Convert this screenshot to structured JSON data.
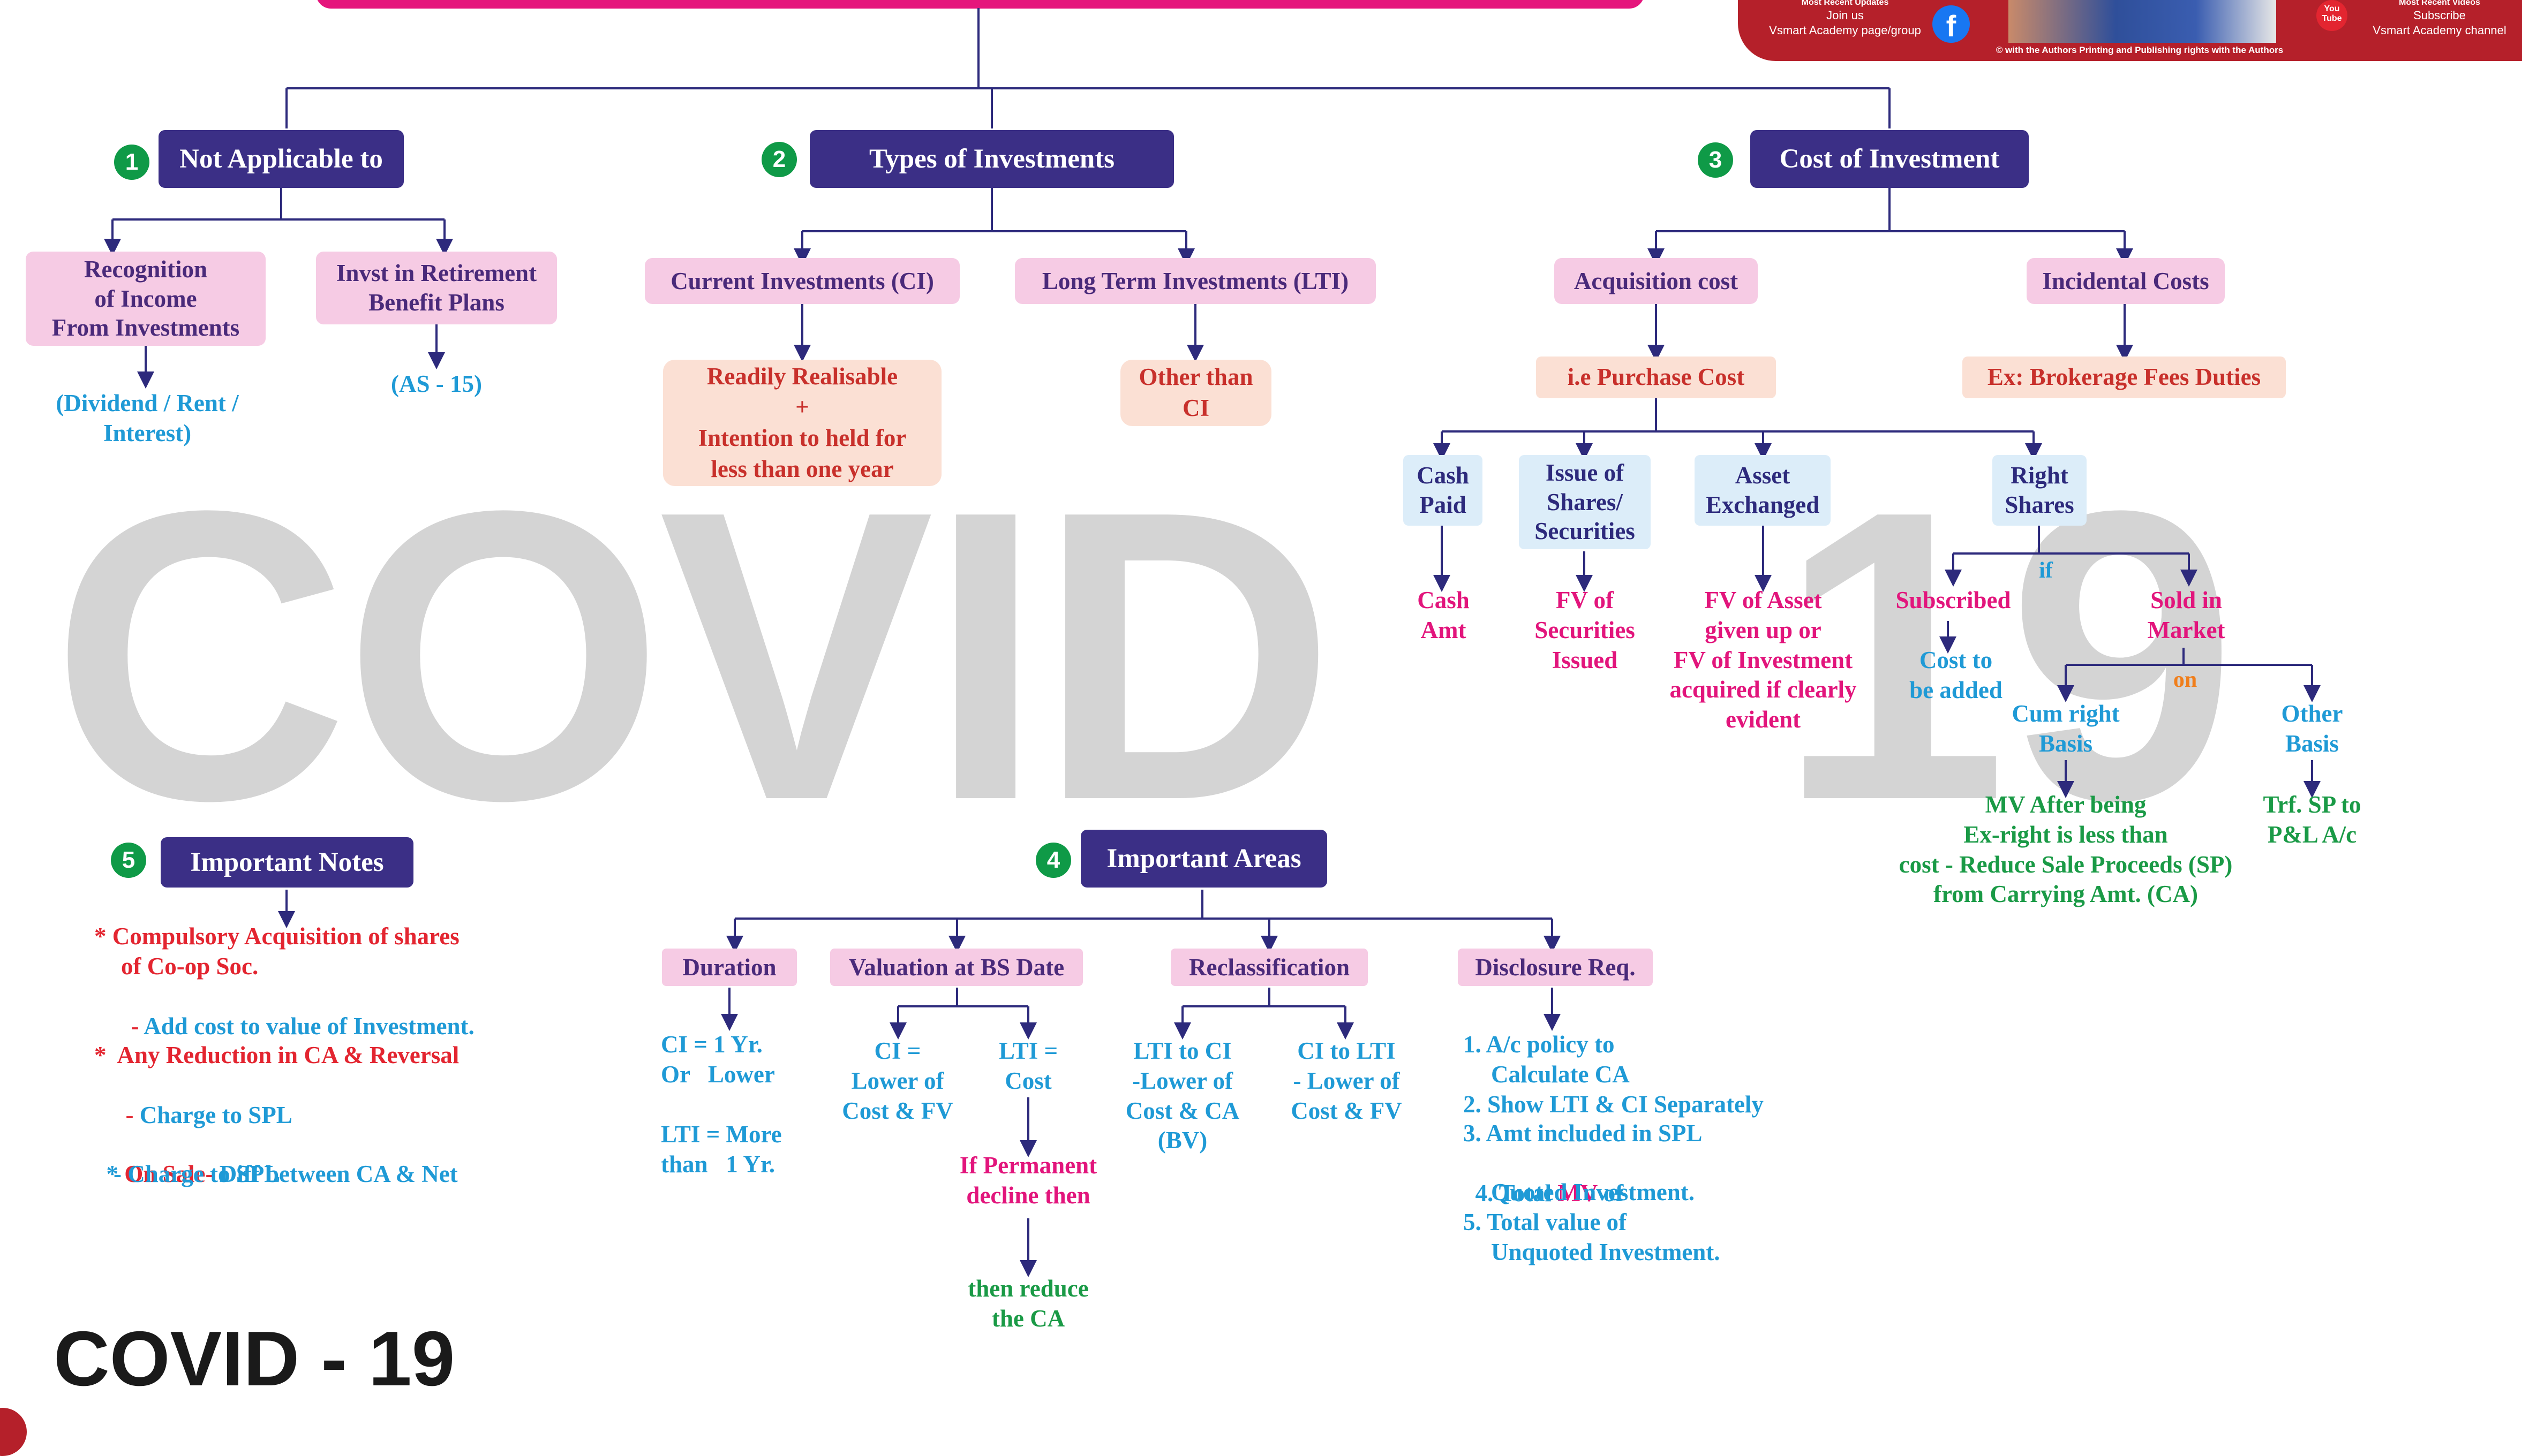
{
  "watermark": {
    "big_left": "COVID",
    "big_right": "19",
    "bottom": "COVID - 19"
  },
  "promo": {
    "col1_top": "Most Recent Updates",
    "col1_a": "Join us",
    "col1_b": "Vsmart Academy page/group",
    "col2_top": "Most Recent Videos",
    "col2_a": "Subscribe",
    "col2_b": "Vsmart Academy channel",
    "footer": "© with the Authors Printing and Publishing rights with the Authors",
    "yt_label": "You Tube"
  },
  "section1": {
    "num": "1",
    "title": "Not Applicable to",
    "box_a": "Recognition\nof Income\nFrom Investments",
    "note_a": "(Dividend / Rent /\nInterest)",
    "box_b": "Invst in Retirement\nBenefit Plans",
    "note_b": "(AS - 15)"
  },
  "section2": {
    "num": "2",
    "title": "Types of Investments",
    "ci": "Current Investments (CI)",
    "ci_note": "Readily Realisable\n+\nIntention to held for\nless than one year",
    "lti": "Long Term Investments (LTI)",
    "lti_note": "Other than\nCI"
  },
  "section3": {
    "num": "3",
    "title": "Cost of Investment",
    "acq": "Acquisition cost",
    "acq_note": "i.e Purchase Cost",
    "inc": "Incidental Costs",
    "inc_note": "Ex: Brokerage Fees Duties",
    "cash": "Cash\nPaid",
    "cash_note": "Cash\nAmt",
    "issue": "Issue of\nShares/\nSecurities",
    "issue_note": "FV of\nSecurities\nIssued",
    "asset": "Asset\nExchanged",
    "asset_note": "FV of Asset\ngiven up or\nFV of Investment\nacquired if clearly\nevident",
    "right": "Right\nShares",
    "if": "if",
    "subscribed": "Subscribed",
    "subscribed_note": "Cost to\nbe added",
    "sold": "Sold in\nMarket",
    "on": "on",
    "cum": "Cum right\nBasis",
    "cum_note": "MV After being\nEx-right is less than\ncost - Reduce Sale Proceeds (SP)\nfrom Carrying Amt. (CA)",
    "other": "Other\nBasis",
    "other_note": "Trf. SP to\nP&L A/c"
  },
  "section4": {
    "num": "4",
    "title": "Important Areas",
    "duration": "Duration",
    "duration_note_a": "CI = 1 Yr.\nOr   Lower",
    "duration_note_b": "LTI = More\nthan   1 Yr.",
    "valuation": "Valuation at BS Date",
    "val_ci": "CI =\nLower of\nCost & FV",
    "val_lti": "LTI =\nCost",
    "val_perm": "If Permanent\ndecline then",
    "val_reduce": "then reduce\nthe CA",
    "reclass": "Reclassification",
    "re_a": "LTI to CI\n-Lower of\nCost & CA\n(BV)",
    "re_b": "CI to LTI\n- Lower of\nCost & FV",
    "disclosure": "Disclosure Req.",
    "d1": "1. A/c policy to",
    "d1b": "Calculate CA",
    "d2": "2. Show LTI & CI Separately",
    "d3": "3. Amt included in SPL",
    "d4a": "4. Total ",
    "d4mv": "MV",
    "d4c": " of",
    "d4b": "Quoted Investment.",
    "d5": "5. Total value of",
    "d5b": "Unquoted Investment."
  },
  "section5": {
    "num": "5",
    "title": "Important Notes",
    "n1a": "* Compulsory Acquisition of shares",
    "n1b": "of Co-op Soc.",
    "n1c_dash": "- ",
    "n1c": "Add cost to value of Investment.",
    "n2a": "*  Any Reduction in CA & Reversal",
    "n2b_dash": "- ",
    "n2b": "Charge to SPL",
    "n3star": "* ",
    "n3red": "On Sale-",
    "n3blue": " Diff between CA & Net",
    "n3b": "- Charge to SPL"
  },
  "colors": {
    "header_bg": "#3b2f86",
    "number_bg": "#0f9a47",
    "pink_box": "#f6cbe4",
    "salmon_box": "#fbe0d4",
    "blue_box": "#dcedf9",
    "line": "#2d2a7c",
    "accent_pink": "#e5157c",
    "banner_red": "#b5202a"
  }
}
